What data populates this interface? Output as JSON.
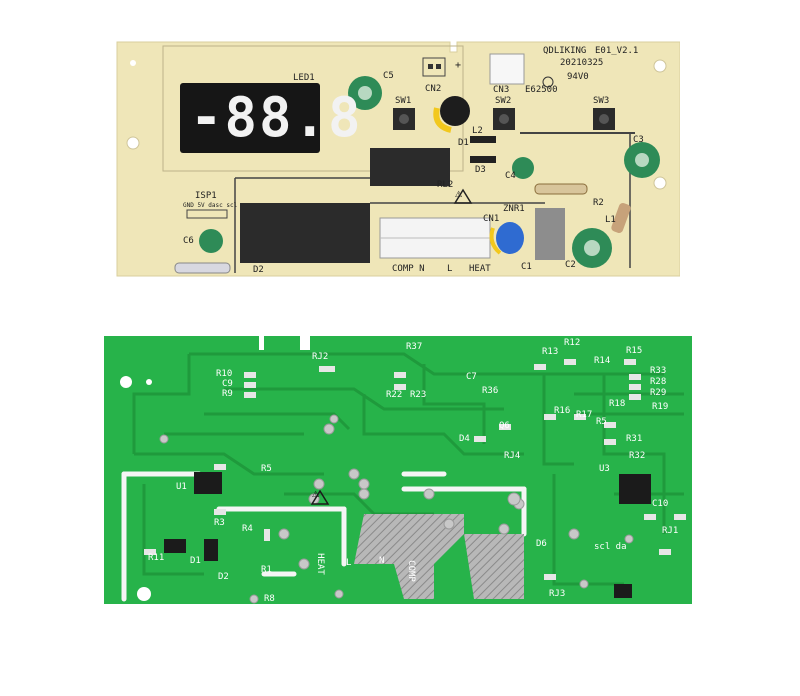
{
  "top_board": {
    "brand": "QDLIKING",
    "version": "E01_V2.1",
    "date": "20210325",
    "cert": "E62500",
    "flam": "94V0",
    "plus": "+",
    "warn_symbol": "⚠",
    "labels": {
      "led": "LED1",
      "c5": "C5",
      "cn2": "CN2",
      "cn3": "CN3",
      "sw1": "SW1",
      "sw2": "SW2",
      "sw3": "SW3",
      "l2": "L2",
      "d1": "D1",
      "d3": "D3",
      "c3": "C3",
      "c4": "C4",
      "r2": "R2",
      "rl2": "RL2",
      "isp": "ISP1",
      "isp_pins": "GND 5V dasc scl",
      "c6": "C6",
      "znr": "ZNR1",
      "cn1": "CN1",
      "l1": "L1",
      "c1": "C1",
      "c2": "C2",
      "d2": "D2",
      "comp_n": "COMP N",
      "l": "L",
      "heat": "HEAT"
    },
    "display_text": "-88.8"
  },
  "bottom_board": {
    "labels": {
      "rj2": "RJ2",
      "r37": "R37",
      "r10": "R10",
      "c9": "C9",
      "r9": "R9",
      "c7": "C7",
      "r22": "R22",
      "r23": "R23",
      "r36": "R36",
      "r13": "R13",
      "r12": "R12",
      "r14": "R14",
      "r15": "R15",
      "r33": "R33",
      "r28": "R28",
      "r29": "R29",
      "r19": "R19",
      "r16": "R16",
      "r17": "R17",
      "r18": "R18",
      "r5a": "R5",
      "q6": "Q6",
      "rj4": "RJ4",
      "r31": "R31",
      "r32": "R32",
      "u3": "U3",
      "u1": "U1",
      "r5": "R5",
      "r3": "R3",
      "r4": "R4",
      "r11": "R11",
      "d1": "D1",
      "d2": "D2",
      "r1": "R1",
      "r8": "R8",
      "c10": "C10",
      "rj1": "RJ1",
      "rj3": "RJ3",
      "d6": "D6",
      "sclda": "scl da",
      "heat": "HEAT",
      "l": "L",
      "n": "N",
      "comp": "COMP",
      "d4": "D4"
    },
    "warn_symbol": "⚠"
  },
  "colors": {
    "cream_board": "#efe6b8",
    "green_board": "#27b34a",
    "green_trace": "#1f9a3c",
    "display": "#161616",
    "segment": "#f2f2f2",
    "relay": "#2b2b2b",
    "cap": "#2e8b57",
    "solder": "#c8c8c8"
  }
}
